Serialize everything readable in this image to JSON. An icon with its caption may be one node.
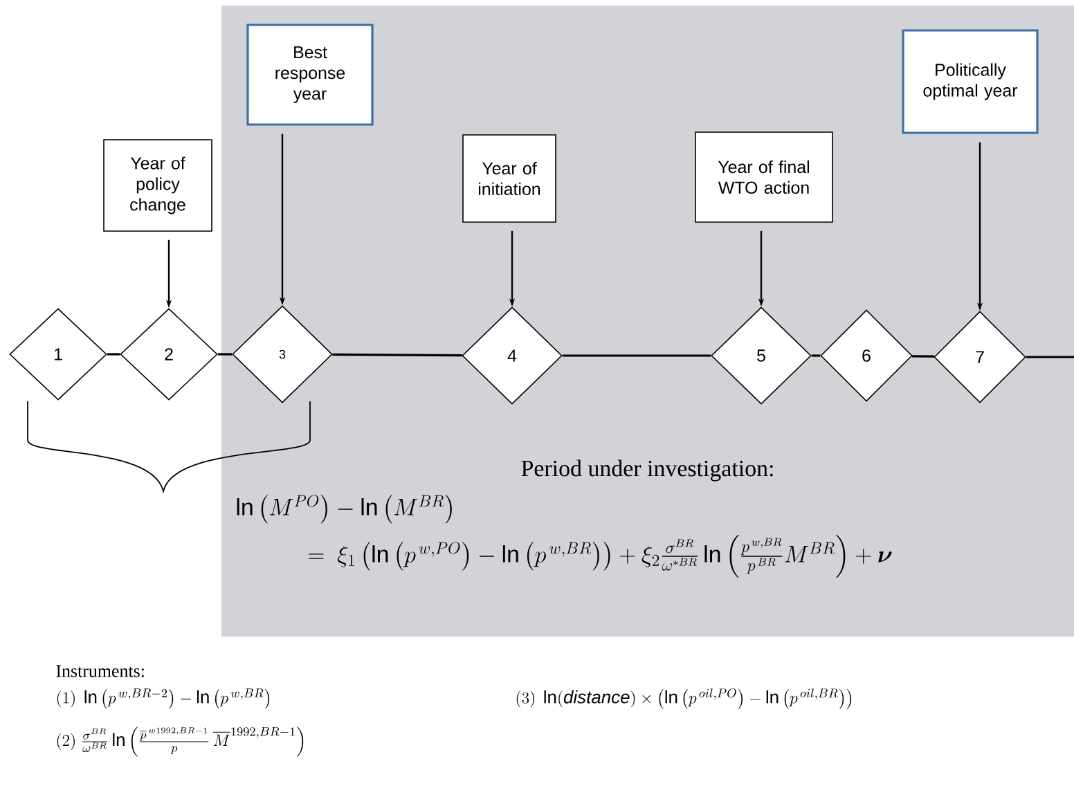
{
  "diagram": {
    "nodes": [
      {
        "text": [
          "Year of policy change"
        ]
      },
      {
        "text": [
          "Best response year"
        ]
      },
      {
        "text": [
          "Year of initiation"
        ]
      },
      {
        "text": [
          "Year of final WTO action"
        ]
      },
      {
        "text": [
          "Politically optimal year"
        ]
      },
      {
        "text": [
          "1"
        ]
      },
      {
        "text": [
          "2"
        ]
      },
      {
        "text": [
          "3"
        ]
      },
      {
        "text": [
          "4"
        ]
      },
      {
        "text": [
          "5"
        ]
      },
      {
        "text": [
          "6"
        ]
      },
      {
        "text": [
          "7"
        ]
      }
    ],
    "edges": [
      {
        "from": 0,
        "to": 6,
        "arrow": "to"
      },
      {
        "from": 1,
        "to": 7,
        "arrow": "to"
      },
      {
        "from": 2,
        "to": 8,
        "arrow": "to"
      },
      {
        "from": 3,
        "to": 9,
        "arrow": "to"
      },
      {
        "from": 4,
        "to": 11,
        "arrow": "to"
      },
      {
        "from": 5,
        "to": 6,
        "arrow": "none"
      },
      {
        "from": 6,
        "to": 7,
        "arrow": "none"
      },
      {
        "from": 7,
        "to": 8,
        "arrow": "none"
      },
      {
        "from": 8,
        "to": 9,
        "arrow": "none"
      },
      {
        "from": 9,
        "to": 10,
        "arrow": "none"
      },
      {
        "from": 10,
        "to": 11,
        "arrow": "none"
      },
      {
        "from": 11,
        "to": null,
        "arrow": "none"
      }
    ],
    "labels": [
      "Period under investigation:",
      "\\ln\\left(M^{PO}\\right)-\\ln\\left(M^{BR}\\right)",
      "=\\ \\xi_1\\left(\\ln\\left(p^{\\,w,PO}\\right)-\\ln\\left(p^{\\,w,BR}\\right)\\right)+\\xi_2\\frac{\\sigma^{BR}}{\\omega^{*BR}}\\ln\\left(\\frac{p^{\\,w,BR}}{p^{\\,BR}}M^{BR}\\right)+\\bm{\\nu}",
      "Instruments:",
      "(1)\\ \\ln\\left(p^{\\,w,BR-2}\\right)-\\ln\\left(p^{\\,w,BR}\\right)",
      "(3)\\ \\ln(\\mathit{distance})\\times\\left(\\ln\\left(p^{\\,oil,PO}\\right)-\\ln\\left(p^{\\,oil,BR}\\right)\\right)",
      "(2)\\ \\frac{\\sigma^{BR}}{\\omega^{BR}}\\ln\\left(\\frac{\\overline{p}^{\\,w1992,BR-1}}{p}\\,\\overline{M}^{1992,BR-1}\\right)"
    ]
  }
}
